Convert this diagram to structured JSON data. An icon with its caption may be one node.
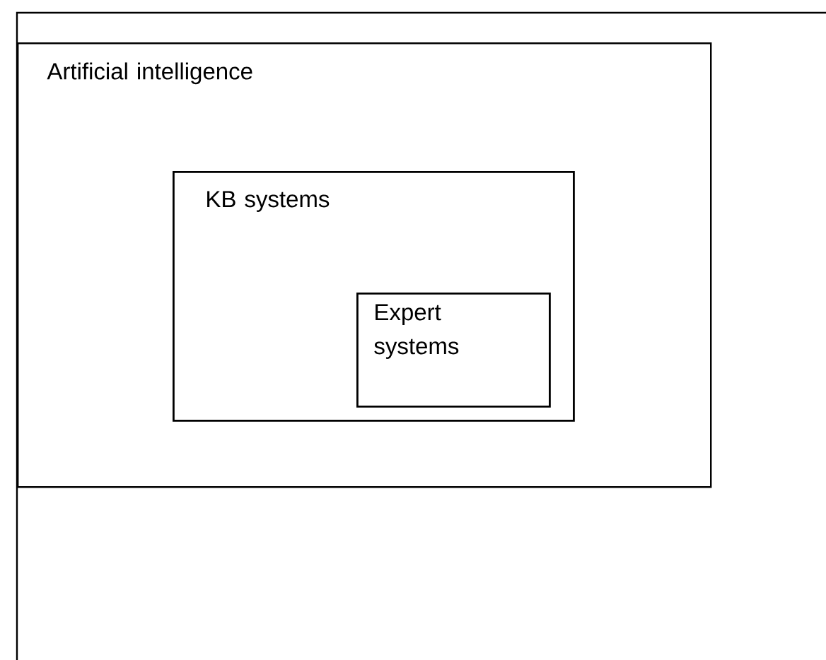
{
  "diagram": {
    "nodes": [
      {
        "text": [
          "Artificial intelligence"
        ]
      },
      {
        "text": [
          "KB systems"
        ],
        "in": 0
      },
      {
        "text": [
          "Expert systems"
        ],
        "in": 1
      }
    ]
  }
}
